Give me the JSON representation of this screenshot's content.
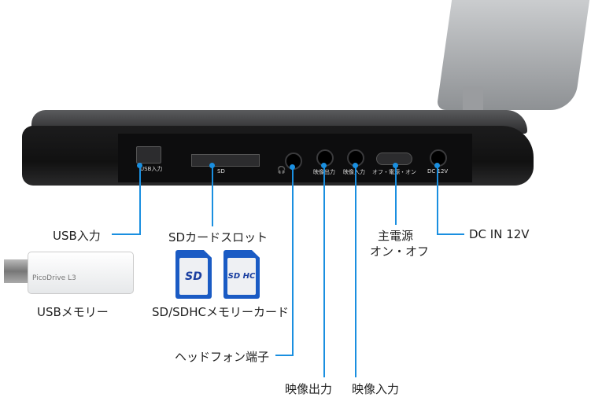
{
  "device_labels": {
    "usb": "USB入力",
    "sd": "SD",
    "video_out": "映像出力",
    "video_in": "映像入力",
    "power": "オフ・電源・オン",
    "dc": "DC 12V"
  },
  "callouts": {
    "usb_input": "USB入力",
    "sd_slot": "SDカードスロット",
    "headphone": "ヘッドフォン端子",
    "video_out": "映像出力",
    "video_in": "映像入力",
    "power_line1": "主電源",
    "power_line2": "オン・オフ",
    "dc_in": "DC IN 12V"
  },
  "accessories": {
    "usb_memory": "USBメモリー",
    "usb_brand": "PicoDrive L3",
    "sd_card": "SD/SDHCメモリーカード",
    "sd_logo": "SD",
    "sdhc_logo": "SD HC"
  },
  "colors": {
    "leader_line": "#1a8fe0",
    "sd_card": "#1a5bc4"
  }
}
